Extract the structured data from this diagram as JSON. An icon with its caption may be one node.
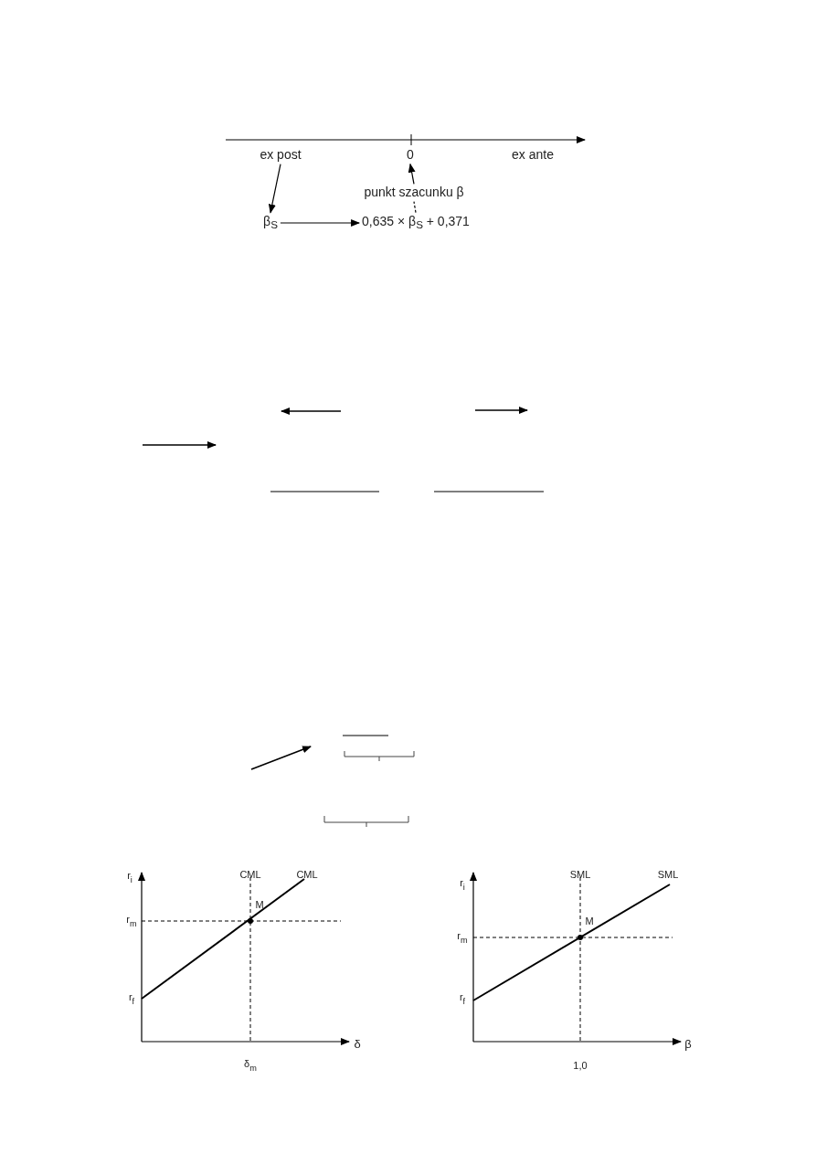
{
  "diagram": {
    "nodes": [
      {
        "text": [
          "ex post"
        ]
      },
      {
        "text": [
          "0"
        ]
      },
      {
        "text": [
          "ex ante"
        ]
      },
      {
        "text": [
          "punkt szacunku β"
        ]
      },
      {
        "text": [
          "β$_{S}$"
        ]
      },
      {
        "text": [
          "0,635 × β$_{S}$ + 0,371"
        ]
      }
    ],
    "edges": [
      {
        "from": 0,
        "to": 4,
        "arrow": "to"
      },
      {
        "from": 4,
        "to": 5,
        "arrow": "to"
      },
      {
        "from": 3,
        "to": 1,
        "arrow": "to"
      },
      {
        "from": 5,
        "to": 3,
        "arrow": "none",
        "style": "dashed"
      }
    ],
    "labels": [
      "r$_{i}$",
      "CML",
      "CML",
      "M",
      "r$_{m}$",
      "r$_{f}$",
      "δ",
      "δ$_{m}$",
      "r$_{i}$",
      "SML",
      "SML",
      "M",
      "r$_{m}$",
      "r$_{f}$",
      "β",
      "1,0"
    ]
  }
}
